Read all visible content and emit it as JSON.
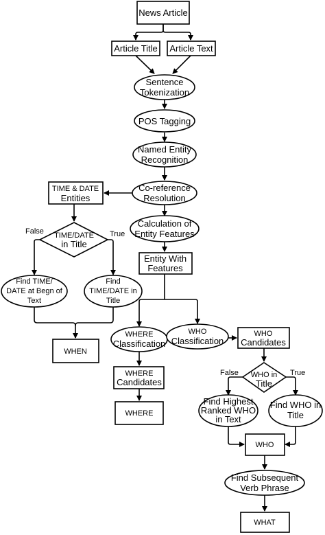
{
  "nodes": {
    "news_article": [
      "News Article"
    ],
    "article_title": [
      "Article Title"
    ],
    "article_text": [
      "Article Text"
    ],
    "sentence_tokenization": [
      "Sentence",
      "Tokenization"
    ],
    "pos_tagging": [
      "POS Tagging"
    ],
    "ner": [
      "Named Entity",
      "Recognition"
    ],
    "coref": [
      "Co-reference",
      "Resolution"
    ],
    "entity_features_calc": [
      "Calculation of",
      "Entity Features"
    ],
    "entity_with_features": [
      "Entity With",
      "Features"
    ],
    "time_date_entities": [
      "TIME & DATE",
      "Entities"
    ],
    "time_date_in_title": [
      "TIME/DATE",
      "in Title"
    ],
    "find_time_date_begn": [
      "Find TIME/",
      "DATE at Begn of",
      "Text"
    ],
    "find_time_date_title": [
      "Find",
      "TIME/DATE in",
      "Title"
    ],
    "when": [
      "WHEN"
    ],
    "where_classification": [
      "WHERE",
      "Classification"
    ],
    "who_classification": [
      "WHO",
      "Classification"
    ],
    "where_candidates": [
      "WHERE",
      "Candidates"
    ],
    "where": [
      "WHERE"
    ],
    "who_candidates": [
      "WHO",
      "Candidates"
    ],
    "who_in_title": [
      "WHO in",
      "Title"
    ],
    "find_highest_ranked_who": [
      "Find Highest",
      "Ranked WHO",
      "in Text"
    ],
    "find_who_in_title": [
      "Find WHO in",
      "Title"
    ],
    "who": [
      "WHO"
    ],
    "find_verb_phrase": [
      "Find Subsequent",
      "Verb Phrase"
    ],
    "what": [
      "WHAT"
    ]
  },
  "edge_labels": {
    "time_false": "False",
    "time_true": "True",
    "who_false": "False",
    "who_true": "True"
  }
}
